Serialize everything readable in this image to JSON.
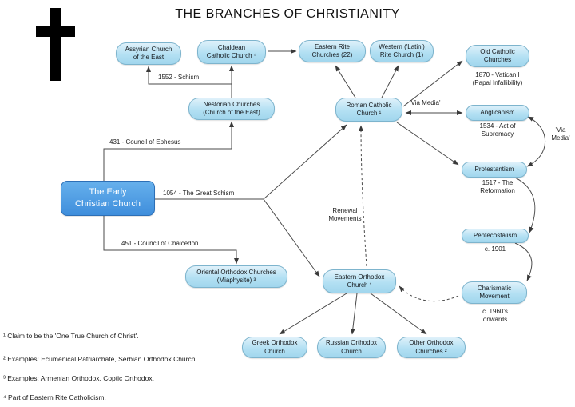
{
  "title": "THE BRANCHES OF CHRISTIANITY",
  "nodes": {
    "early": "The Early\nChristian Church",
    "assyrian": "Assyrian Church\nof the East",
    "chaldean": "Chaldean\nCatholic Church ⁴",
    "eastern_rite": "Eastern Rite\nChurches (22)",
    "western_rite": "Western ('Latin')\nRite Church (1)",
    "old_catholic": "Old Catholic\nChurches",
    "nestorian": "Nestorian Churches\n(Church of the East)",
    "roman_catholic": "Roman Catholic\nChurch ¹",
    "anglicanism": "Anglicanism",
    "protestantism": "Protestantism",
    "pentecostalism": "Pentecostalism",
    "oriental_orthodox": "Oriental Orthodox Churches\n(Miaphysite) ³",
    "eastern_orthodox": "Eastern Orthodox\nChurch ¹",
    "charismatic": "Charismatic\nMovement",
    "greek_orthodox": "Greek Orthodox\nChurch",
    "russian_orthodox": "Russian Orthodox\nChurch",
    "other_orthodox": "Other Orthodox\nChurches ²"
  },
  "labels": {
    "schism_1552": "1552 - Schism",
    "ephesus": "431 - Council of Ephesus",
    "great_schism": "1054  - The Great Schism",
    "chalcedon": "451 - Council of Chalcedon",
    "vatican": "1870 - Vatican I\n(Papal Infallibility)",
    "via_media_left": "'Via Media'",
    "supremacy": "1534 - Act of\nSupremacy",
    "via_media_right": "'Via\nMedia'",
    "reformation": "1517 - The\nReformation",
    "renewal": "Renewal\nMovements",
    "c1901": "c. 1901",
    "c1960": "c. 1960's\nonwards"
  },
  "footnotes": [
    "¹ Claim to be the 'One True Church of Christ'.",
    "² Examples: Ecumenical Patriarchate, Serbian Orthodox Church.",
    "³ Examples: Armenian Orthodox, Coptic Orthodox.",
    "⁴ Part of Eastern Rite Catholicism."
  ]
}
